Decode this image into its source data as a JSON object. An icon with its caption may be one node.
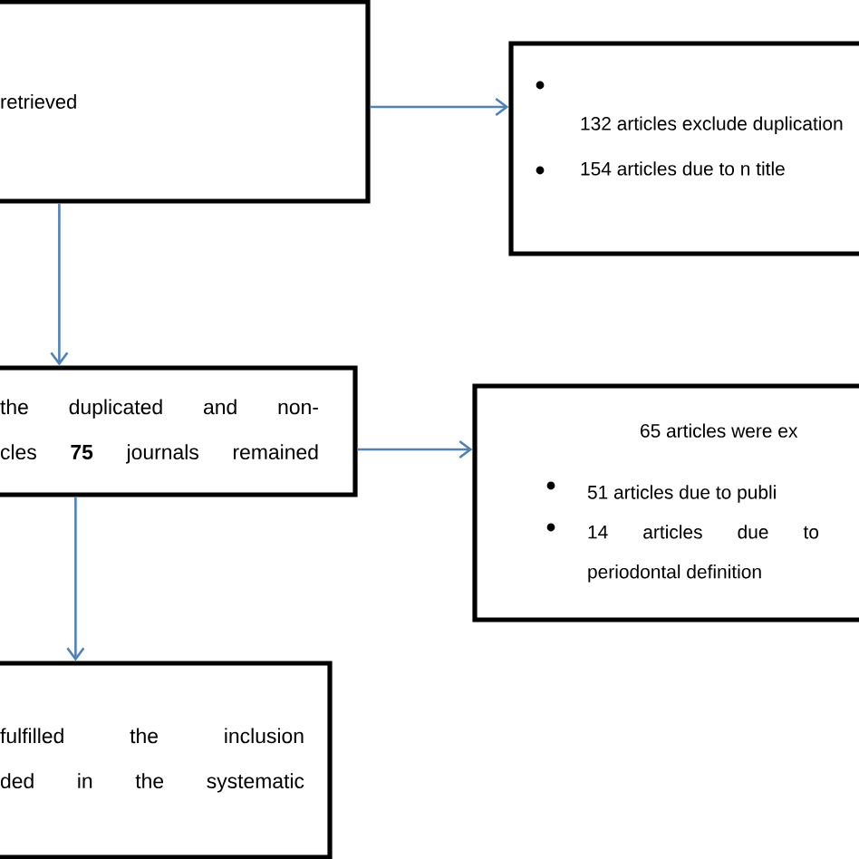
{
  "diagram": {
    "nodes": [
      {
        "text": [
          "retrieved"
        ]
      },
      {
        "text": [
          "132 articles exclude duplication",
          "154 articles due to n title"
        ]
      },
      {
        "text": [
          "the duplicated and non- cles **75** journals remained"
        ]
      },
      {
        "text": [
          "65 articles were ex",
          "51 articles due to publi",
          "14 articles due to periodontal definition"
        ]
      },
      {
        "text": [
          "fulfilled the inclusion ded in the systematic"
        ]
      }
    ],
    "edges": [
      {
        "from": 0,
        "to": 1,
        "arrow": "to"
      },
      {
        "from": 0,
        "to": 2,
        "arrow": "to"
      },
      {
        "from": 2,
        "to": 3,
        "arrow": "to"
      },
      {
        "from": 2,
        "to": 4,
        "arrow": "to"
      }
    ]
  }
}
